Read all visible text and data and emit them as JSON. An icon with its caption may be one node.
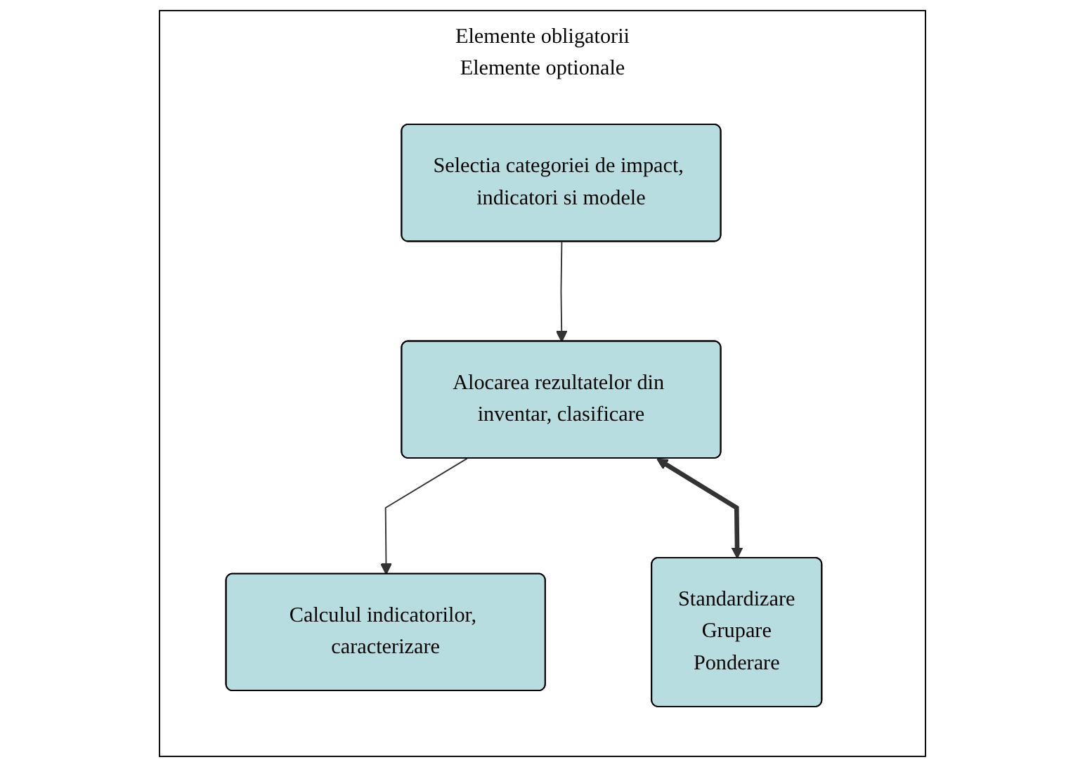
{
  "diagram": {
    "nodes": [
      {
        "text": [
          "Elemente obligatorii",
          "Elemente optionale"
        ]
      },
      {
        "text": [
          "Selectia categoriei de impact, indicatori si modele"
        ],
        "in": 0
      },
      {
        "text": [
          "Alocarea rezultatelor din inventar, clasificare"
        ],
        "in": 0
      },
      {
        "text": [
          "Calculul indicatorilor, caracterizare"
        ],
        "in": 0
      },
      {
        "text": [
          "Standardizare",
          "Grupare",
          "Ponderare"
        ],
        "in": 0
      }
    ],
    "edges": [
      {
        "from": 1,
        "to": 2,
        "arrow": "to"
      },
      {
        "from": 2,
        "to": 3,
        "arrow": "to"
      },
      {
        "from": 2,
        "to": 4,
        "arrow": "both",
        "style": "thick"
      }
    ]
  }
}
